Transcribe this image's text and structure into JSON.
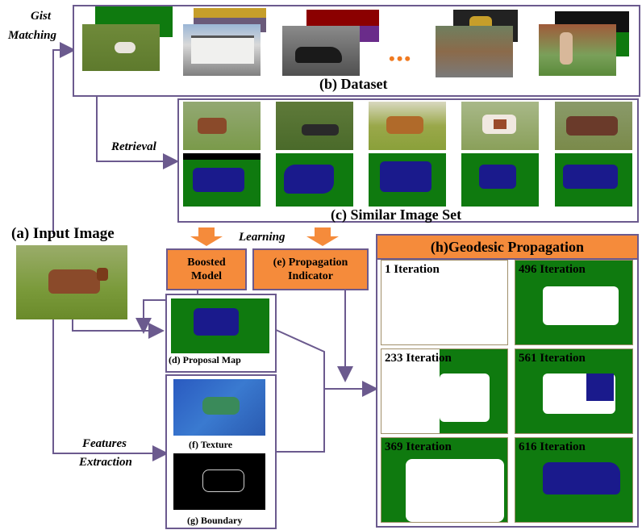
{
  "labels": {
    "gist_matching_1": "Gist",
    "gist_matching_2": "Matching",
    "dataset": "(b) Dataset",
    "retrieval": "Retrieval",
    "similar_set": "(c) Similar  Image Set",
    "input_image": "(a) Input Image",
    "learning": "Learning",
    "boosted_1": "Boosted",
    "boosted_2": "Model",
    "prop_ind_1": "(e) Propagation",
    "prop_ind_2": "Indicator",
    "proposal_map": "(d) Proposal Map",
    "texture": "(f) Texture",
    "boundary": "(g) Boundary",
    "features_1": "Features",
    "features_2": "Extraction",
    "dots": "•••",
    "geodesic_title": "(h)Geodesic Propagation"
  },
  "iterations": [
    {
      "label": "1 Iteration"
    },
    {
      "label": "496 Iteration"
    },
    {
      "label": "233 Iteration"
    },
    {
      "label": "561 Iteration"
    },
    {
      "label": "369 Iteration"
    },
    {
      "label": "616 Iteration"
    }
  ],
  "colors": {
    "frame": "#6b5a8e",
    "orange": "#f58b3b",
    "green": "#0f7a0f",
    "blue": "#1a1a8c",
    "dots": "#f07a20"
  }
}
